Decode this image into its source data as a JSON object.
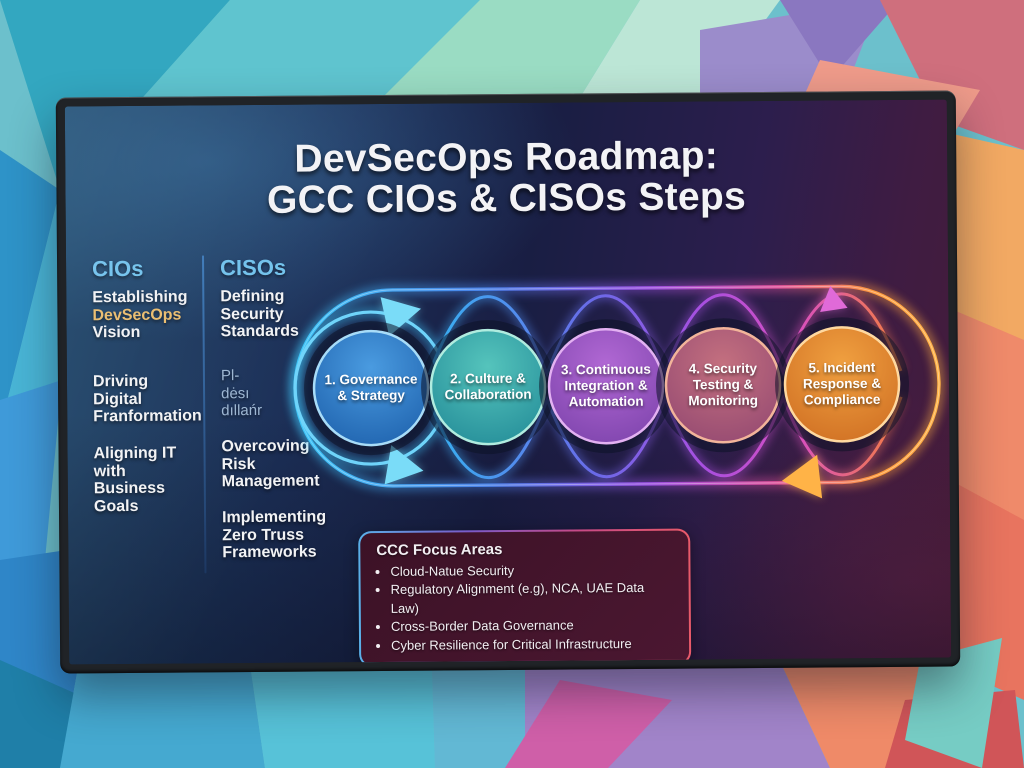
{
  "title": {
    "line1": "DevSecOps Roadmap:",
    "line2": "GCC CIOs & CISOs Steps"
  },
  "columns": {
    "cios": {
      "heading": "CIOs",
      "items": [
        {
          "lines": [
            "Establishing",
            "DevSecOps",
            "Vision"
          ]
        },
        {
          "lines": [
            "Driving",
            "Digital",
            "Franformation"
          ]
        },
        {
          "lines": [
            "Aligning IT",
            "with",
            "Business",
            "Goals"
          ]
        }
      ]
    },
    "cisos": {
      "heading": "CISOs",
      "items": [
        {
          "lines": [
            "Defining",
            "Security",
            "Standards"
          ]
        },
        {
          "lines": [
            "Pl-",
            "dėsı",
            "dıllańr"
          ]
        },
        {
          "lines": [
            "Overcoving",
            "Risk",
            "Management"
          ]
        },
        {
          "lines": [
            "Implementing",
            "Zero Truss",
            "Frameworks"
          ]
        }
      ]
    }
  },
  "steps": [
    {
      "label": "1. Governance\n& Strategy",
      "color_top": "#4a9be0",
      "color_bottom": "#1a5ca8",
      "rim": "#a8dcf8"
    },
    {
      "label": "2. Culture &\nCollaboration",
      "color_top": "#55c4bc",
      "color_bottom": "#1f8795",
      "rim": "#b0ecdf"
    },
    {
      "label": "3. Continuous\nIntegration &\nAutomation",
      "color_top": "#b168d4",
      "color_bottom": "#7840a8",
      "rim": "#e3b1f2"
    },
    {
      "label": "4. Security\nTesting &\nMonitoring",
      "color_top": "#c4707f",
      "color_bottom": "#8f4570",
      "rim": "#f2b49a"
    },
    {
      "label": "5. Incident\nResponse &\nCompliance",
      "color_top": "#f0a040",
      "color_bottom": "#cc6a20",
      "rim": "#ffd9a0"
    }
  ],
  "focus_box": {
    "title": "CCC Focus Areas",
    "items": [
      "Cloud-Natue Security",
      "Regulatory Alignment (e.g), NCA, UAE Data Law)",
      "Cross-Border Data Governance",
      "Cyber Resilience for Critical Infrastructure"
    ]
  },
  "accent_colors": {
    "heading_blue": "#72c2ec",
    "highlight_gold": "#e9bc6e",
    "loop_left_cyan": "#3ec8f8",
    "loop_right_orange": "#ffb347",
    "arrow_magenta": "#e06ad8"
  }
}
